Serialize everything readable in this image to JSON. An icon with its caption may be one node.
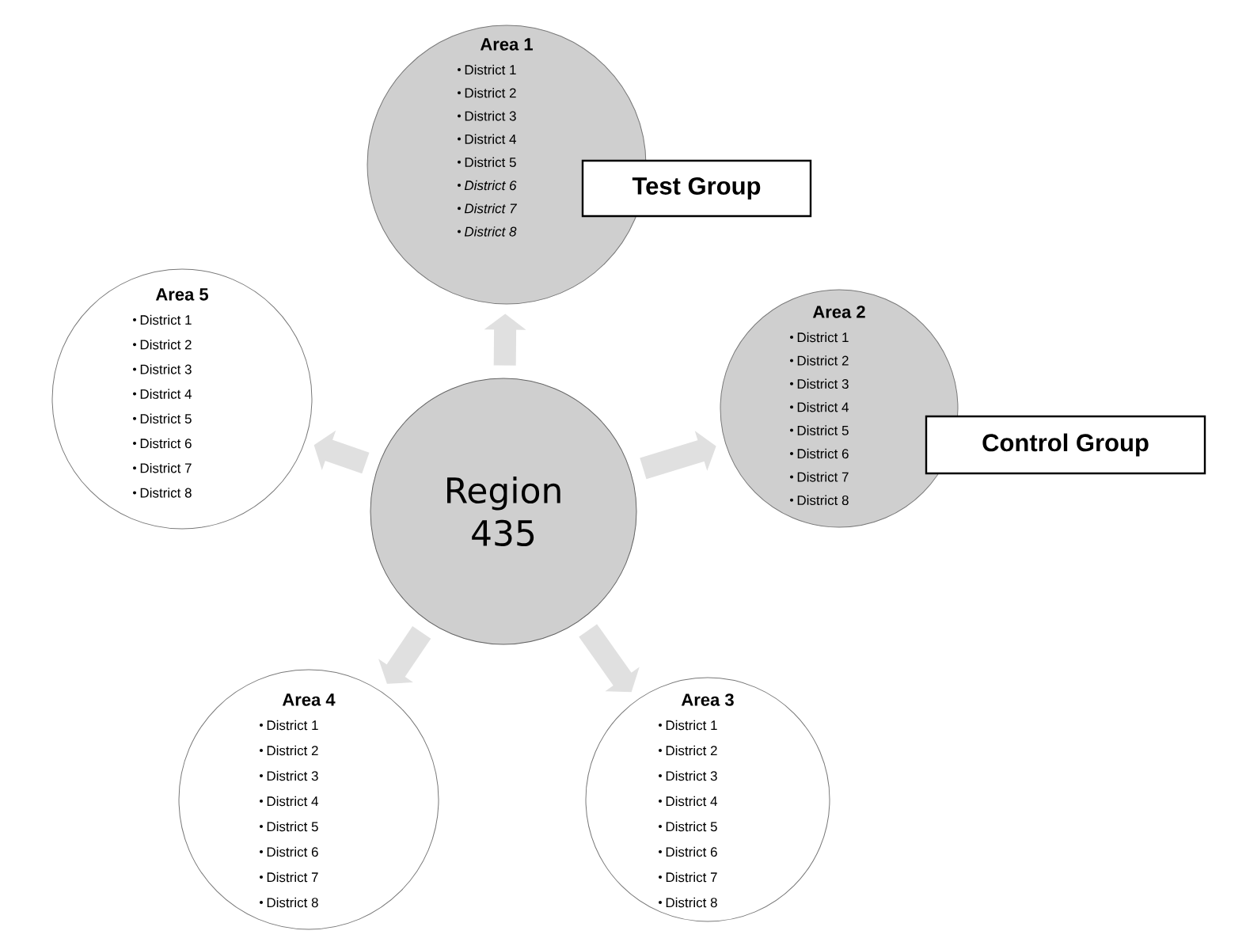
{
  "diagram": {
    "nodes": [
      {
        "text": [
          "Area 1",
          "District 1",
          "District 2",
          "District 3",
          "District 4",
          "District 5",
          "*District 6*",
          "*District 7*",
          "*District 8*"
        ]
      },
      {
        "text": [
          "Test Group"
        ]
      },
      {
        "text": [
          "Area 5",
          "District 1",
          "District 2",
          "District 3",
          "District 4",
          "District 5",
          "District 6",
          "District 7",
          "District 8"
        ]
      },
      {
        "text": [
          "Area 2",
          "District 1",
          "District 2",
          "District 3",
          "District 4",
          "District 5",
          "District 6",
          "District 7",
          "District 8"
        ]
      },
      {
        "text": [
          "Control Group"
        ]
      },
      {
        "text": [
          "Region 435"
        ]
      },
      {
        "text": [
          "Area 4",
          "District 1",
          "District 2",
          "District 3",
          "District 4",
          "District 5",
          "District 6",
          "District 7",
          "District 8"
        ]
      },
      {
        "text": [
          "Area 3",
          "District 1",
          "District 2",
          "District 3",
          "District 4",
          "District 5",
          "District 6",
          "District 7",
          "District 8"
        ]
      }
    ],
    "edges": [
      {
        "from": 5,
        "to": 0,
        "arrow": "to"
      },
      {
        "from": 5,
        "to": 3,
        "arrow": "to"
      },
      {
        "from": 5,
        "to": 7,
        "arrow": "to"
      },
      {
        "from": 5,
        "to": 6,
        "arrow": "to"
      },
      {
        "from": 5,
        "to": 2,
        "arrow": "to"
      }
    ]
  }
}
